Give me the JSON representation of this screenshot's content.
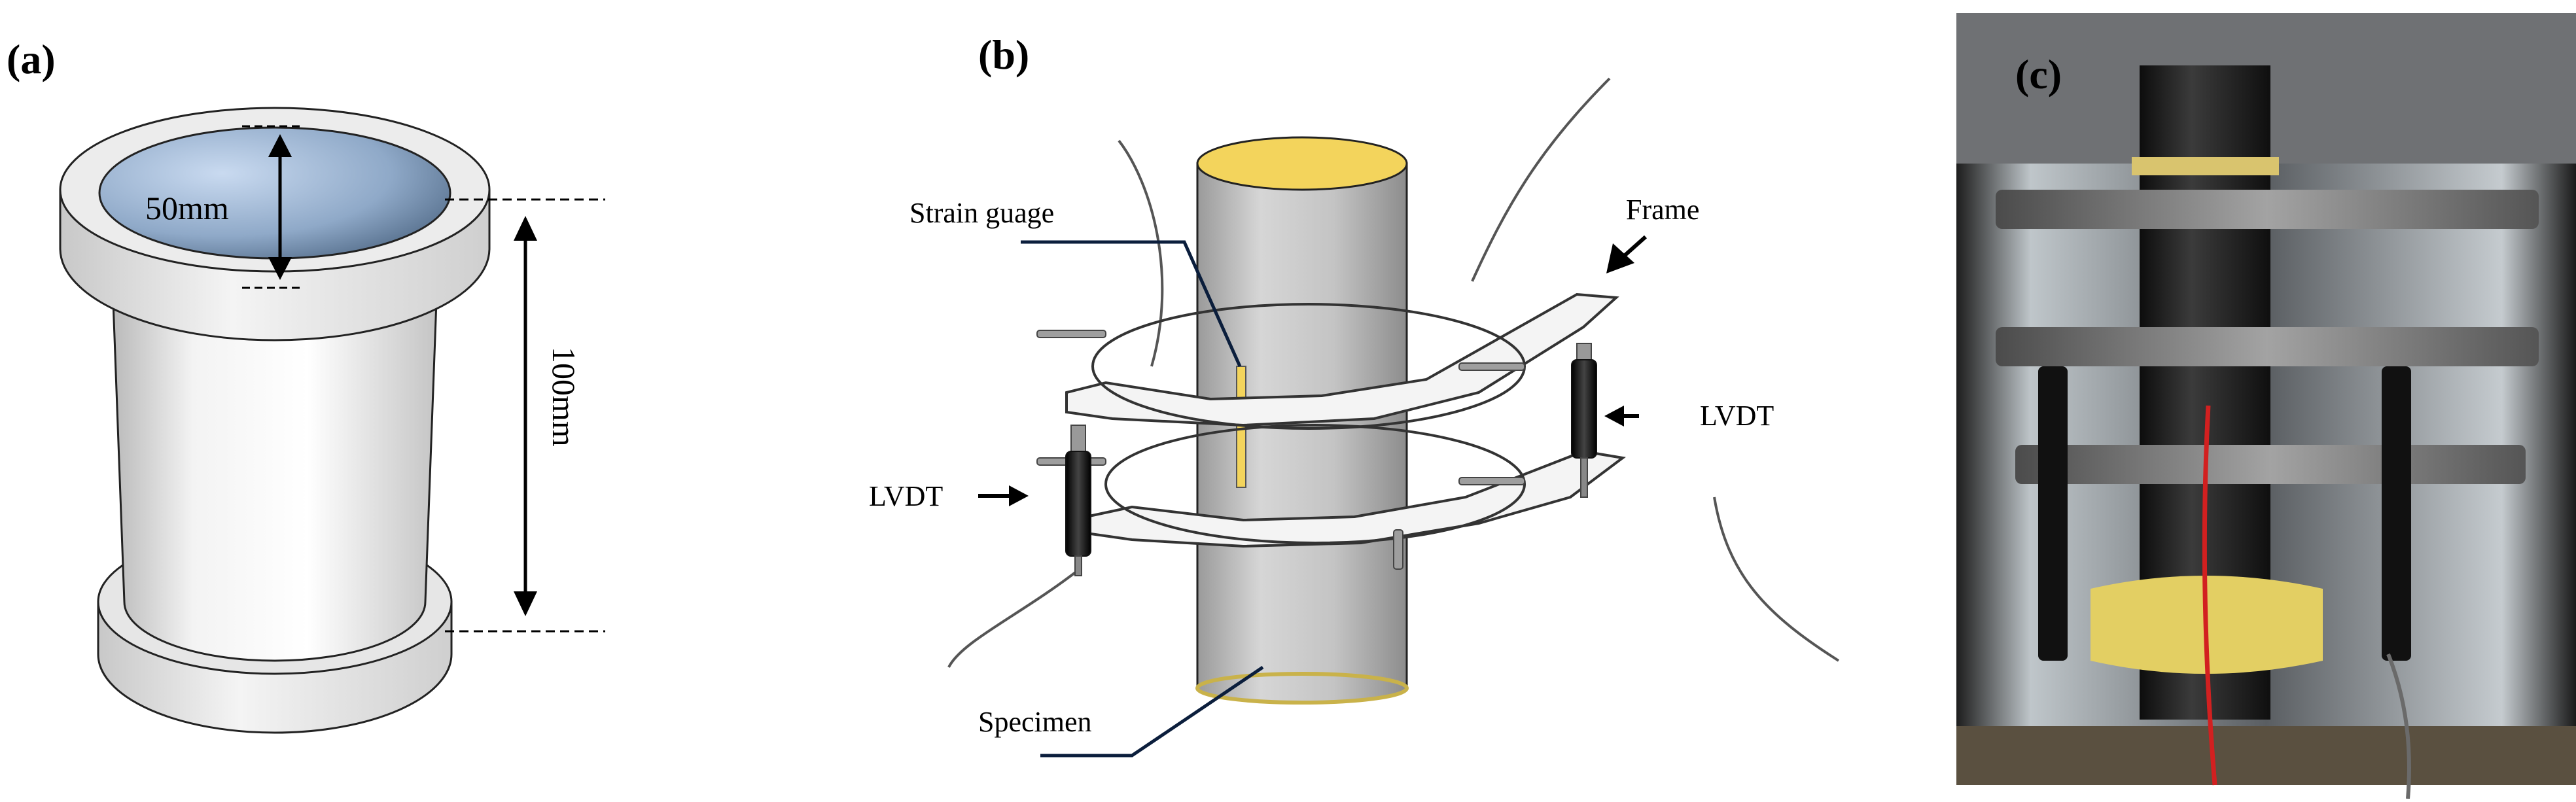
{
  "panel_a": {
    "label": "(a)",
    "diameter_label": "50mm",
    "height_label": "100mm"
  },
  "panel_b": {
    "label": "(b)",
    "callouts": {
      "strain_gauge": "Strain guage",
      "frame": "Frame",
      "lvdt_right": "LVDT",
      "lvdt_left": "LVDT",
      "specimen": "Specimen"
    }
  },
  "panel_c": {
    "label": "(c)"
  }
}
